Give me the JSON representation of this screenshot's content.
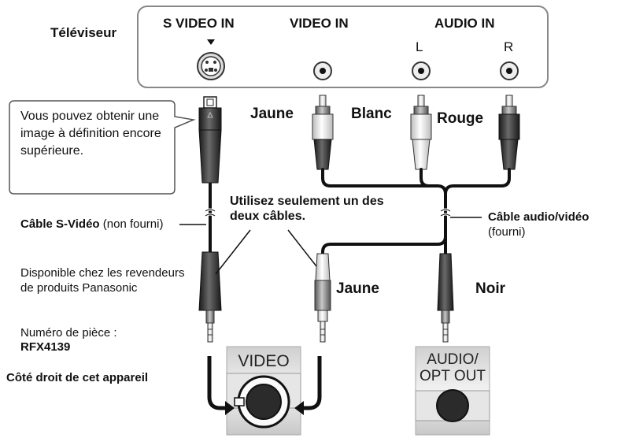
{
  "tv": {
    "title": "Téléviseur",
    "jacks": {
      "s_video": "S VIDEO IN",
      "video": "VIDEO IN",
      "audio": "AUDIO IN",
      "left": "L",
      "right": "R"
    }
  },
  "bubble": {
    "text": "Vous pouvez obtenir une image à définition encore supérieure."
  },
  "plug_colors": {
    "yellow": "Jaune",
    "white": "Blanc",
    "red": "Rouge",
    "yellow_bottom": "Jaune",
    "black": "Noir"
  },
  "notes": {
    "use_one": "Utilisez seulement un des deux câbles.",
    "svideo_cable_bold": "Câble S-Vidéo",
    "svideo_cable_rest": "(non fourni)",
    "availability": "Disponible chez les revendeurs de produits Panasonic",
    "part_number_label": "Numéro de pièce :",
    "part_number": "RFX4139",
    "av_cable_bold": "Câble audio/vidéo",
    "av_cable_rest": "(fourni)",
    "device_side": "Côté droit de cet appareil"
  },
  "device_ports": {
    "video": "VIDEO",
    "audio_line1": "AUDIO/",
    "audio_line2": "OPT OUT"
  }
}
